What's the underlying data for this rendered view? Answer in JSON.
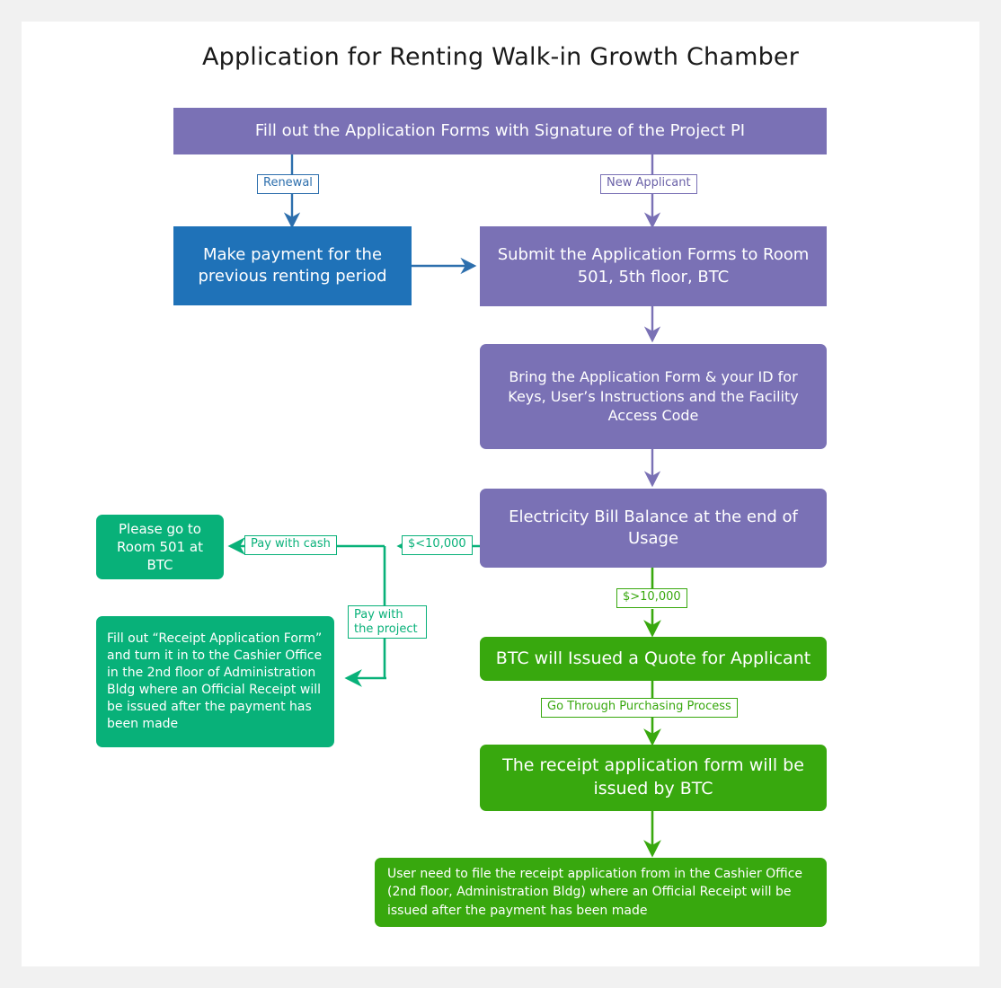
{
  "page": {
    "background": "#f1f1f1",
    "card_background": "#ffffff"
  },
  "title": "Application for Renting Walk-in Growth Chamber",
  "colors": {
    "purple": "#7a71b5",
    "blue": "#1f72b8",
    "teal": "#08b179",
    "green": "#38a80e",
    "blue_line": "#2d6fad",
    "text_dark": "#1a1a1a"
  },
  "nodes": {
    "fill_forms": "Fill out the Application Forms  with Signature of the Project PI",
    "make_payment": "Make payment for the previous renting period",
    "submit_forms": "Submit  the Application Forms to Room 501, 5th floor,  BTC",
    "bring_form": "Bring the Application Form &  your ID for Keys, User’s Instructions and the Facility Access Code",
    "electricity_bill": "Electricity Bill Balance at the end of Usage",
    "room_501": "Please go to Room 501 at BTC",
    "receipt_form": "Fill out  “Receipt Application Form”  and turn it in to the Cashier Office in the 2nd floor of Administration Bldg where an Official Receipt will be issued after the payment has been made",
    "btc_quote": "BTC will Issued a Quote for Applicant",
    "receipt_issued": "The receipt application form will be issued by BTC",
    "final_step": "User need to file the receipt application from in the Cashier Office (2nd floor, Administration Bldg) where an Official Receipt will be issued after the payment has been made"
  },
  "edge_labels": {
    "renewal": "Renewal",
    "new_applicant": "New Applicant",
    "less_than": "$<10,000",
    "pay_with_cash": "Pay with cash",
    "pay_with_project_line1": "Pay with",
    "pay_with_project_line2": "the project",
    "greater_than": "$>10,000",
    "purchasing": "Go Through Purchasing Process"
  }
}
